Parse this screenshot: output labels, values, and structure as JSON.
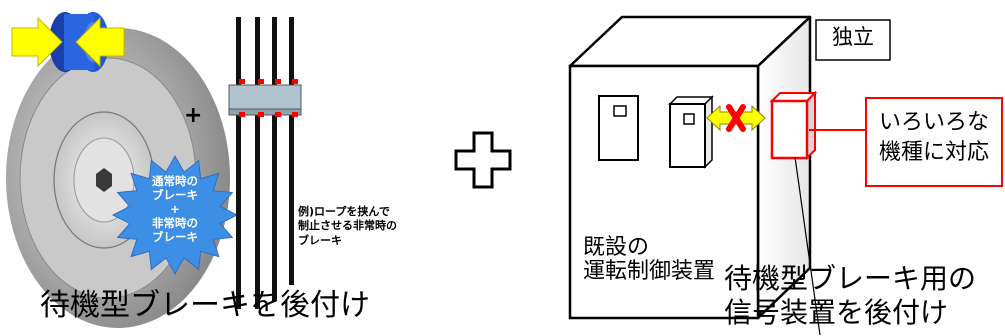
{
  "left_panel": {
    "burst_text": "通常時の\nブレーキ\n+\n非常時の\nブレーキ",
    "plus_sign": "+",
    "example_note": "例)ロープを挟んで\n制止させる非常時の\nブレーキ",
    "caption": "待機型ブレーキを後付け"
  },
  "center": {
    "combine_symbol": "cross-plus-outline"
  },
  "right_panel": {
    "independent_label": "独立",
    "controller_label": "既設の\n運転制御装置",
    "callout_text": "いろいろな\n機種に対応",
    "caption": "待機型ブレーキ用の\n信号装置を後付け",
    "isolation_icon": "red-x-icon"
  },
  "colors": {
    "accent_red": "#ff0000",
    "arrow_yellow": "#ffff00",
    "sheave_blue": "#1e5bd6",
    "burst_blue": "#3d8fe6",
    "clamp_gray": "#b0c4d0"
  }
}
